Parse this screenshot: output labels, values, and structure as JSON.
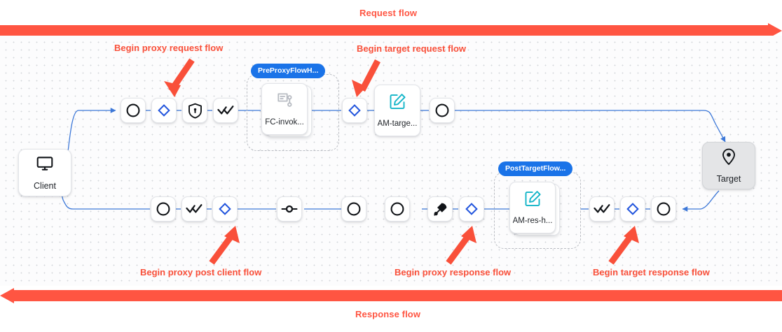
{
  "colors": {
    "flow_red": "#ff5542",
    "annotation_red": "#f9503a",
    "wire_blue": "#3d78d8",
    "badge_blue": "#1a73e8",
    "policy_icon_cyan": "#13b5c8",
    "diamond_blue": "#2255dd",
    "target_fill": "#e4e5e7"
  },
  "bands": {
    "request": {
      "label": "Request flow",
      "direction": "right"
    },
    "response": {
      "label": "Response flow",
      "direction": "left"
    }
  },
  "endpoints": [
    {
      "id": "client",
      "label": "Client",
      "icon": "monitor-icon"
    },
    {
      "id": "target",
      "label": "Target",
      "icon": "location-pin-icon"
    }
  ],
  "request_row": {
    "steps": [
      {
        "id": "req-start",
        "icon": "circle-icon",
        "label": ""
      },
      {
        "id": "req-flow-hook",
        "icon": "diamond-icon",
        "label": ""
      },
      {
        "id": "req-security",
        "icon": "shield-lock-icon",
        "label": ""
      },
      {
        "id": "req-checks",
        "icon": "double-check-icon",
        "label": ""
      }
    ],
    "hook_group": {
      "badge": "PreProxyFlowH...",
      "policies": [
        {
          "id": "fc-invoke",
          "label": "FC-invok...",
          "icon": "flow-callout-icon"
        }
      ]
    },
    "after_hook": [
      {
        "id": "req-target-diamond",
        "icon": "diamond-icon",
        "label": ""
      }
    ],
    "target_policies": [
      {
        "id": "am-target",
        "label": "AM-targe...",
        "icon": "assign-message-icon"
      }
    ],
    "tail": [
      {
        "id": "req-end",
        "icon": "circle-icon",
        "label": ""
      }
    ]
  },
  "response_row": {
    "left_steps": [
      {
        "id": "res-client-end",
        "icon": "circle-icon",
        "label": ""
      },
      {
        "id": "res-post-checks",
        "icon": "double-check-icon",
        "label": ""
      },
      {
        "id": "res-post-diamond",
        "icon": "diamond-icon",
        "label": ""
      }
    ],
    "mid_steps": [
      {
        "id": "res-endpoint-node",
        "icon": "endpoint-node-icon",
        "label": ""
      }
    ],
    "proxy_steps": [
      {
        "id": "res-proxy-a",
        "icon": "circle-icon",
        "label": ""
      },
      {
        "id": "res-proxy-b",
        "icon": "circle-icon",
        "label": ""
      },
      {
        "id": "res-broadcast",
        "icon": "satellite-icon",
        "label": ""
      },
      {
        "id": "res-proxy-diamond",
        "icon": "diamond-icon",
        "label": ""
      }
    ],
    "hook_group": {
      "badge": "PostTargetFlow...",
      "policies": [
        {
          "id": "am-res-h",
          "label": "AM-res-h...",
          "icon": "assign-message-icon"
        }
      ]
    },
    "target_steps": [
      {
        "id": "res-target-checks",
        "icon": "double-check-icon",
        "label": ""
      },
      {
        "id": "res-target-diamond",
        "icon": "diamond-icon",
        "label": ""
      },
      {
        "id": "res-target-start",
        "icon": "circle-icon",
        "label": ""
      }
    ]
  },
  "annotations": [
    {
      "id": "a1",
      "text": "Begin proxy request flow"
    },
    {
      "id": "a2",
      "text": "Begin target request flow"
    },
    {
      "id": "a3",
      "text": "Begin proxy post client flow"
    },
    {
      "id": "a4",
      "text": "Begin proxy response flow"
    },
    {
      "id": "a5",
      "text": "Begin target response flow"
    }
  ]
}
